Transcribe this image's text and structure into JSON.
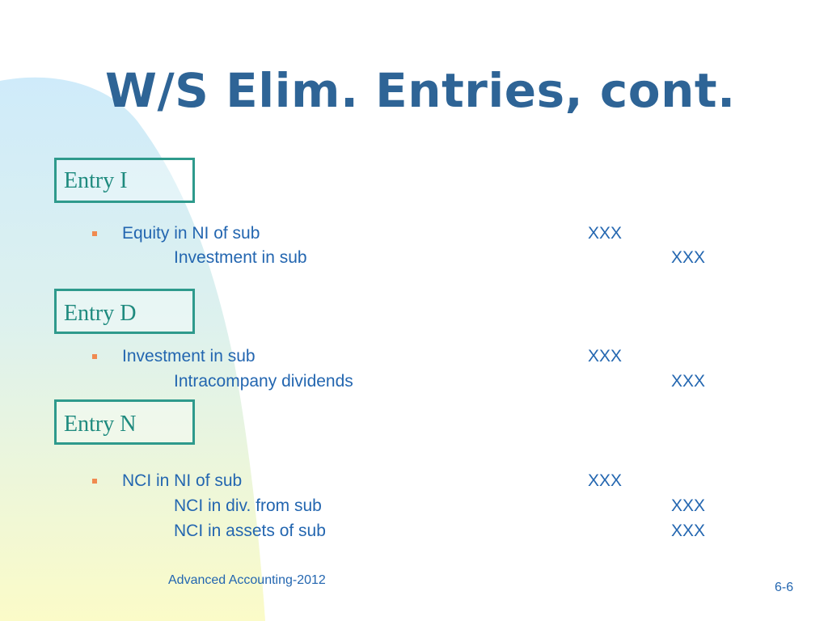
{
  "slide": {
    "title": "W/S Elim. Entries, cont.",
    "entries": [
      {
        "label": "Entry I",
        "lines": [
          {
            "account": "Equity in NI of sub",
            "debit": "XXX",
            "credit": ""
          },
          {
            "account": "Investment in sub",
            "debit": "",
            "credit": "XXX"
          }
        ]
      },
      {
        "label": "Entry D",
        "lines": [
          {
            "account": "Investment in sub",
            "debit": "XXX",
            "credit": ""
          },
          {
            "account": "Intracompany dividends",
            "debit": "",
            "credit": "XXX"
          }
        ]
      },
      {
        "label": "Entry N",
        "lines": [
          {
            "account": "NCI in NI of sub",
            "debit": "XXX",
            "credit": ""
          },
          {
            "account": "NCI in div. from sub",
            "debit": "",
            "credit": "XXX"
          },
          {
            "account": "NCI in assets of sub",
            "debit": "",
            "credit": "XXX"
          }
        ]
      }
    ],
    "footer": {
      "course": "Advanced Accounting-2012",
      "page_number": "6-6"
    }
  },
  "colors": {
    "title": "#2E6496",
    "entry_box": "#2E9A8C",
    "body_text": "#2366B0",
    "bullet": "#F08A50"
  }
}
